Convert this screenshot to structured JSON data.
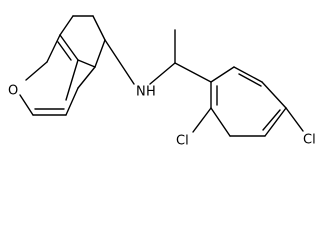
{
  "molecule": {
    "atoms": {
      "oxygen": "O",
      "amine_n": "N",
      "amine_h": "H",
      "chlorine_ortho": "Cl",
      "chlorine_para": "Cl"
    }
  }
}
